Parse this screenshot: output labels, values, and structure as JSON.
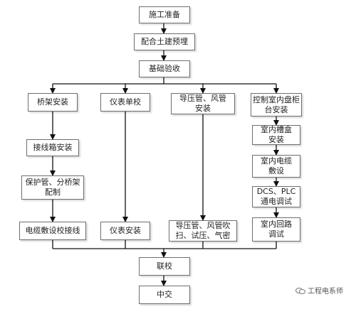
{
  "nodes": {
    "prep": "施工准备",
    "civil": "配合土建预埋",
    "accept": "基础验收",
    "tray": "桥架安装",
    "calib": "仪表单校",
    "pipe": "导压管、风管安装",
    "cabinet": "控制室内盘柜台安装",
    "jbox": "接线箱安装",
    "protect": "保护管、分桥架配制",
    "cable": "电缆敷设校接线",
    "instinstall": "仪表安装",
    "pipetest": "导压管、风管吹扫、试压、气密",
    "trough": "室内槽盒安装",
    "indoorcable": "室内电缆敷设",
    "dcs": "DCS、PLC通电调试",
    "loop": "室内回路调试",
    "joint": "联校",
    "handover": "中交"
  },
  "watermark": "工程电系师"
}
